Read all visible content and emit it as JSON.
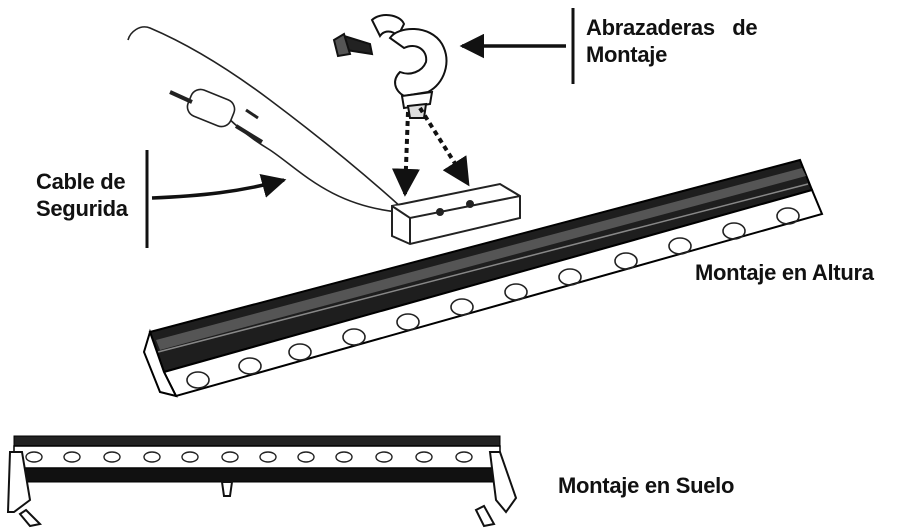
{
  "labels": {
    "clamps": {
      "line1": "Abrazaderas   de",
      "line2": "Montaje"
    },
    "safety_cable": {
      "line1": "Cable de",
      "line2": "Segurida"
    },
    "height_mount": "Montaje en Altura",
    "floor_mount": "Montaje en Suelo"
  },
  "colors": {
    "ink": "#111111",
    "bar_body": "#2a2a2a",
    "paper": "#ffffff"
  },
  "icons": [
    "mounting-clamp-icon",
    "safety-cable-icon",
    "led-bar-icon",
    "arrow-icon"
  ]
}
